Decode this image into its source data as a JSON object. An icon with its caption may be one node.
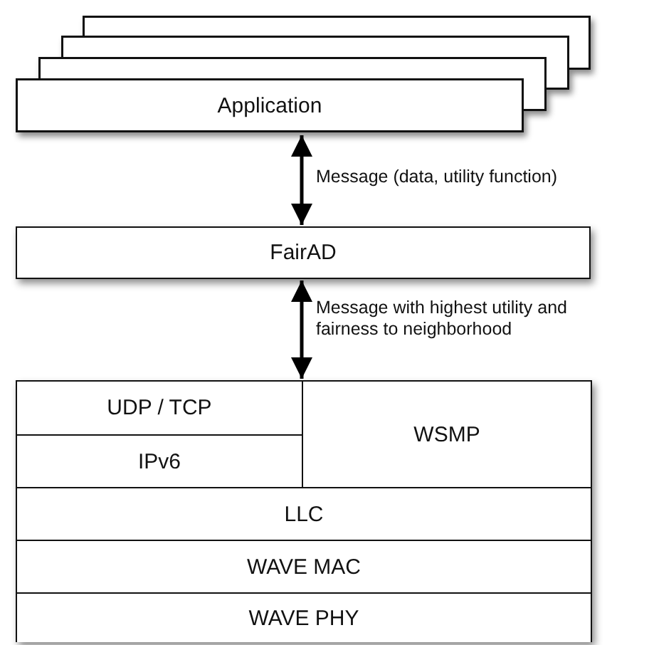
{
  "diagram": {
    "nodes": [
      {
        "text": [
          "Application"
        ]
      },
      {
        "text": [
          "FairAD"
        ]
      },
      {
        "text": [],
        "shape": "box"
      },
      {
        "text": [
          "UDP / TCP"
        ],
        "in": 2
      },
      {
        "text": [
          "IPv6"
        ],
        "in": 2
      },
      {
        "text": [
          "WSMP"
        ],
        "in": 2
      },
      {
        "text": [
          "LLC"
        ],
        "in": 2
      },
      {
        "text": [
          "WAVE MAC"
        ],
        "in": 2
      },
      {
        "text": [
          "WAVE PHY"
        ],
        "in": 2
      }
    ],
    "edges": [
      {
        "from": 0,
        "to": 1,
        "arrow": "both",
        "label": "Message (data, utility function)"
      },
      {
        "from": 1,
        "to": 2,
        "arrow": "both",
        "label": "Message with highest utility and fairness to neighborhood"
      }
    ]
  }
}
